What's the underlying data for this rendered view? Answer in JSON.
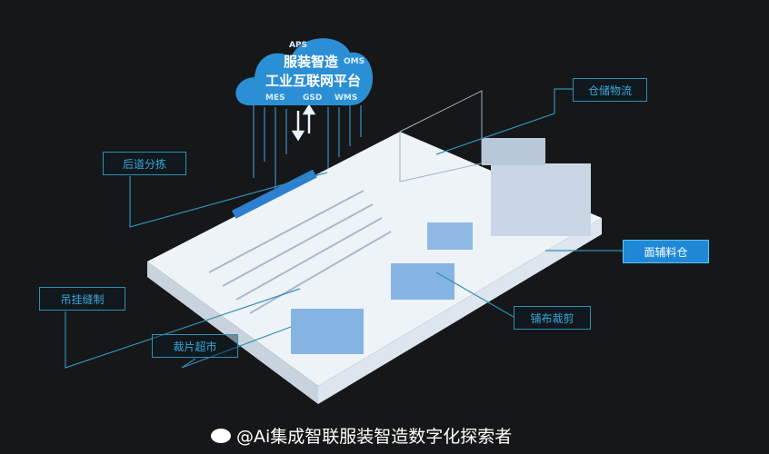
{
  "cloud": {
    "title_line1": "服装智造",
    "title_line2": "工业互联网平台",
    "tags": [
      "APS",
      "OMS",
      "MES",
      "GSD",
      "WMS"
    ]
  },
  "labels": {
    "post_sorting": "后道分拣",
    "hanging_sewing": "吊挂缝制",
    "cut_piece_market": "裁片超市",
    "warehouse_logistics": "仓储物流",
    "fabric_warehouse": "面辅料仓",
    "spreading_cutting": "铺布裁剪"
  },
  "watermark": "@Ai集成智联服装智造数字化探索者",
  "colors": {
    "background": "#161718",
    "accent": "#1e88d6",
    "line": "#2f8fb8"
  }
}
